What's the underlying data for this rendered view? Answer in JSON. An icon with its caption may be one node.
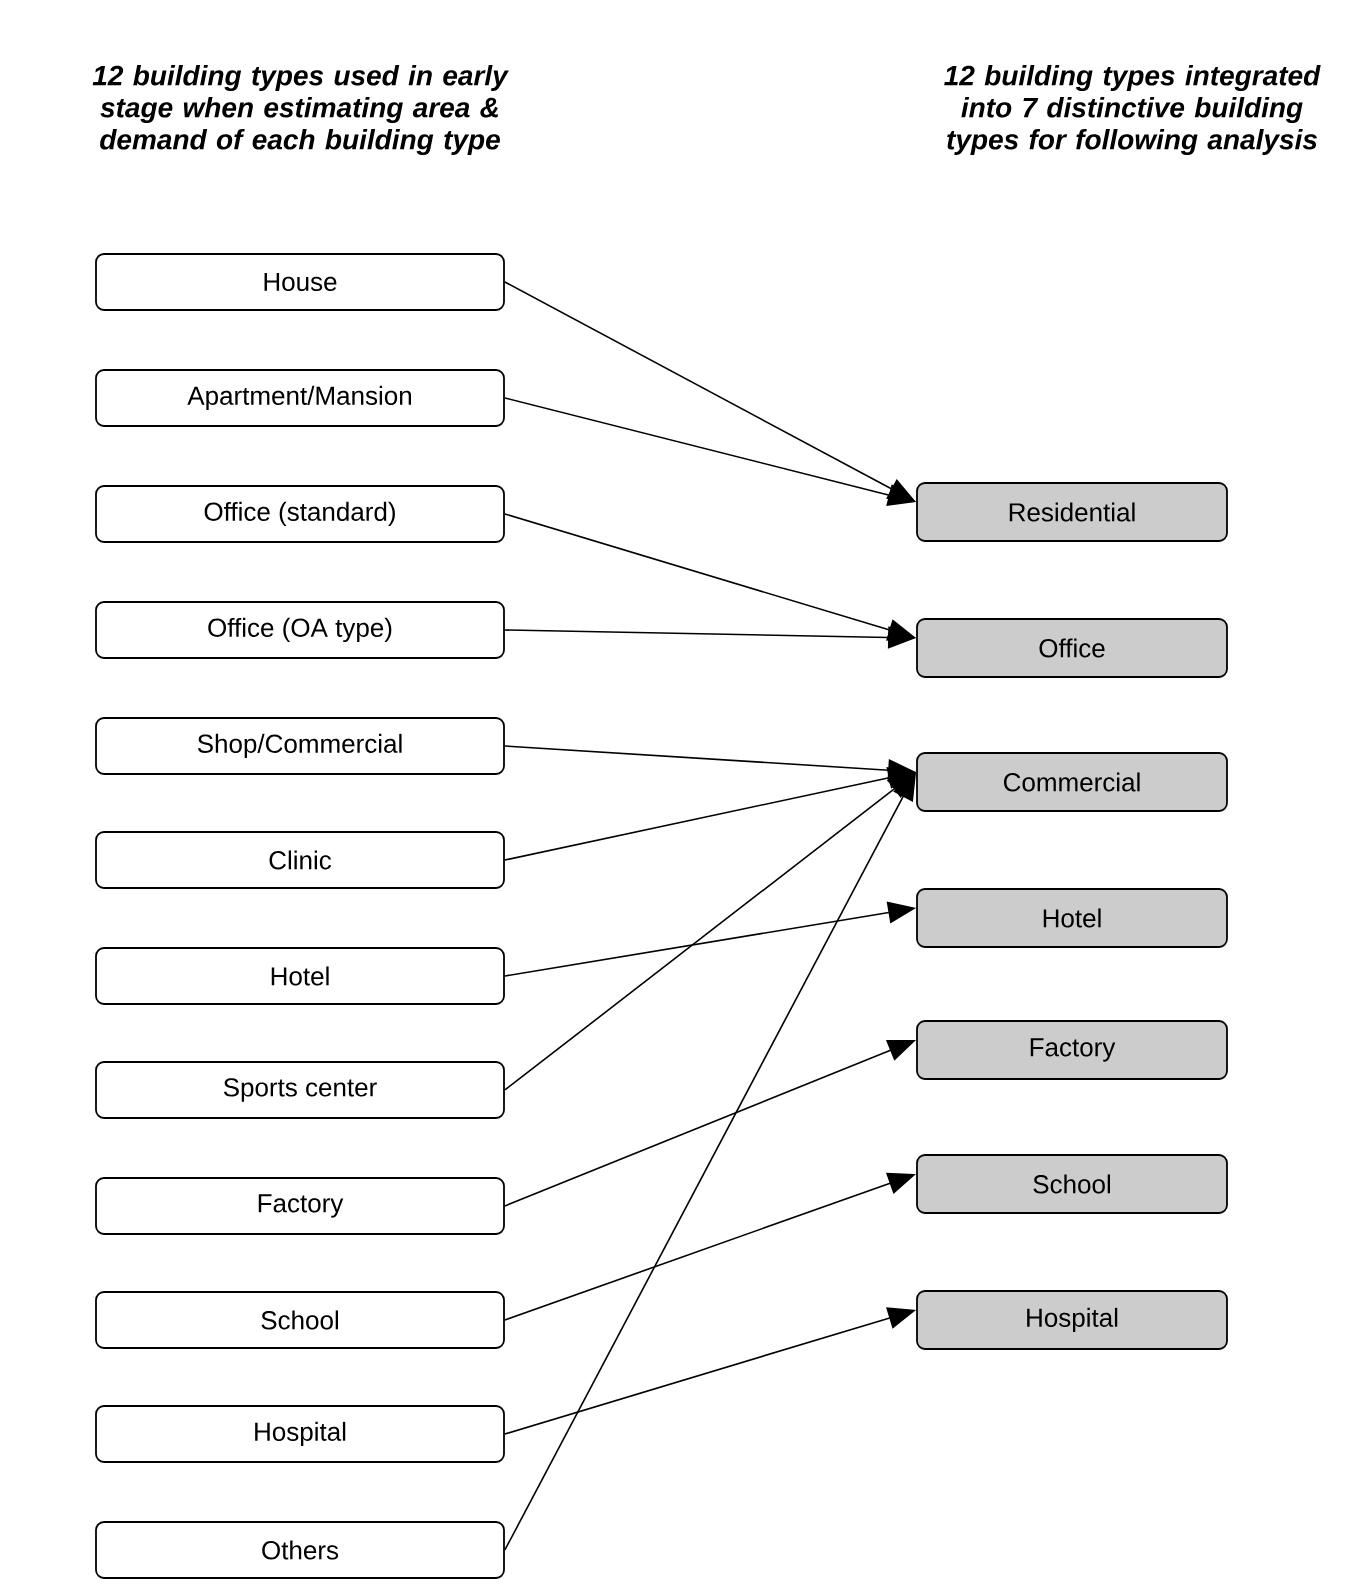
{
  "diagram": {
    "nodes": [
      {
        "text": [
          "House"
        ]
      },
      {
        "text": [
          "Apartment/Mansion"
        ]
      },
      {
        "text": [
          "Office (standard)"
        ]
      },
      {
        "text": [
          "Office (OA type)"
        ]
      },
      {
        "text": [
          "Shop/Commercial"
        ]
      },
      {
        "text": [
          "Clinic"
        ]
      },
      {
        "text": [
          "Hotel"
        ]
      },
      {
        "text": [
          "Sports center"
        ]
      },
      {
        "text": [
          "Factory"
        ]
      },
      {
        "text": [
          "School"
        ]
      },
      {
        "text": [
          "Hospital"
        ]
      },
      {
        "text": [
          "Others"
        ]
      },
      {
        "text": [
          "Residential"
        ]
      },
      {
        "text": [
          "Office"
        ]
      },
      {
        "text": [
          "Commercial"
        ]
      },
      {
        "text": [
          "Hotel"
        ]
      },
      {
        "text": [
          "Factory"
        ]
      },
      {
        "text": [
          "School"
        ]
      },
      {
        "text": [
          "Hospital"
        ]
      }
    ],
    "edges": [
      {
        "from": 0,
        "to": 12,
        "arrow": "to"
      },
      {
        "from": 1,
        "to": 12,
        "arrow": "to"
      },
      {
        "from": 2,
        "to": 13,
        "arrow": "to"
      },
      {
        "from": 3,
        "to": 13,
        "arrow": "to"
      },
      {
        "from": 4,
        "to": 14,
        "arrow": "to"
      },
      {
        "from": 5,
        "to": 14,
        "arrow": "to"
      },
      {
        "from": 6,
        "to": 15,
        "arrow": "to"
      },
      {
        "from": 7,
        "to": 14,
        "arrow": "to"
      },
      {
        "from": 8,
        "to": 16,
        "arrow": "to"
      },
      {
        "from": 9,
        "to": 17,
        "arrow": "to"
      },
      {
        "from": 10,
        "to": 18,
        "arrow": "to"
      },
      {
        "from": 11,
        "to": 14,
        "arrow": "to"
      }
    ],
    "labels": [
      "12 building types used in early stage when estimating area & demand of each building type",
      "12 building types integrated into 7 distinctive building types for following analysis"
    ]
  }
}
